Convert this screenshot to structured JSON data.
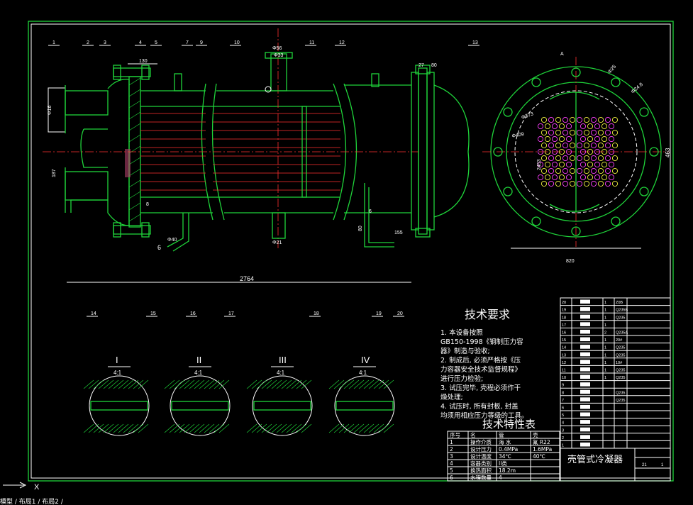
{
  "tech_req": {
    "title": "技术要求",
    "lines": [
      "1. 本设备按照",
      "GB150-1998《钢制压力容",
      "器》制造与验收;",
      "2. 制成后, 必须严格按《压",
      "力容器安全技术监督规程》",
      "进行压力检验;",
      "3. 试压完毕, 壳程必须作干",
      "燥处理;",
      "4. 试压时, 所有封板, 封盖",
      "均须用相应压力等级的工具。"
    ]
  },
  "details": [
    {
      "roman": "I",
      "scale": "4:1"
    },
    {
      "roman": "II",
      "scale": "4:1"
    },
    {
      "roman": "III",
      "scale": "4:1"
    },
    {
      "roman": "IV",
      "scale": "4:1"
    }
  ],
  "char_table": {
    "title": "技术特性表",
    "headers": [
      "序号",
      "名",
      "管",
      "壳"
    ],
    "rows": [
      [
        "1",
        "操作介质",
        "海 水",
        "氟 R22"
      ],
      [
        "2",
        "设计压力",
        "0.4MPa",
        "1.6MPa"
      ],
      [
        "3",
        "设计温度",
        "34℃",
        "40℃"
      ],
      [
        "4",
        "容器类别",
        "II类",
        ""
      ],
      [
        "5",
        "换热面积",
        "18.2m",
        ""
      ],
      [
        "6",
        "水程数量",
        "4",
        ""
      ]
    ]
  },
  "title_block": {
    "drawing_name": "壳管式冷凝器",
    "sheet": "21",
    "sheet2": "1"
  },
  "bom": {
    "rows": [
      [
        "20",
        "",
        "1",
        "Z0B",
        ""
      ],
      [
        "19",
        "",
        "1",
        "Q235B",
        ""
      ],
      [
        "18",
        "",
        "1",
        "Q235",
        ""
      ],
      [
        "17",
        "",
        "1",
        "",
        ""
      ],
      [
        "16",
        "",
        "2",
        "Q235A",
        ""
      ],
      [
        "15",
        "",
        "1",
        "20#",
        ""
      ],
      [
        "14",
        "",
        "1",
        "Q235",
        ""
      ],
      [
        "13",
        "",
        "1",
        "Q235",
        ""
      ],
      [
        "12",
        "",
        "1",
        "10#",
        ""
      ],
      [
        "11",
        "",
        "1",
        "Q235",
        ""
      ],
      [
        "10",
        "",
        "1",
        "Q235",
        ""
      ],
      [
        "9",
        "",
        "",
        "",
        ""
      ],
      [
        "8",
        "",
        "",
        "Q235",
        ""
      ],
      [
        "7",
        "",
        "",
        "Q235",
        ""
      ],
      [
        "6",
        "",
        "",
        "",
        ""
      ],
      [
        "5",
        "",
        "",
        "",
        ""
      ],
      [
        "4",
        "",
        "",
        "",
        ""
      ],
      [
        "3",
        "",
        "",
        "",
        ""
      ],
      [
        "2",
        "",
        "",
        "",
        ""
      ],
      [
        "1",
        "",
        "",
        "",
        ""
      ]
    ]
  },
  "dims": {
    "overall_length": "2764",
    "d56": "Φ56",
    "d33": "Φ33",
    "d21": "Φ21",
    "d16": "Φ16",
    "d373": "Φ373",
    "d409": "Φ409",
    "d25": "Φ25",
    "d24": "Φ24.8",
    "w130": "130",
    "w155": "155",
    "w80": "80",
    "w27": "27",
    "w80b": "80",
    "h463": "463",
    "w820": "820",
    "h2453": "2453",
    "h187": "187",
    "d8": "8",
    "d6": "6",
    "d40": "Φ40",
    "label6": "6"
  },
  "part_labels": [
    "1",
    "2",
    "3",
    "4",
    "5",
    "7",
    "9",
    "10",
    "11",
    "12",
    "13",
    "14",
    "15",
    "16",
    "17",
    "18",
    "19",
    "20"
  ],
  "section_A": "A",
  "status_bar": "模型 / 布局1 / 布局2 /"
}
